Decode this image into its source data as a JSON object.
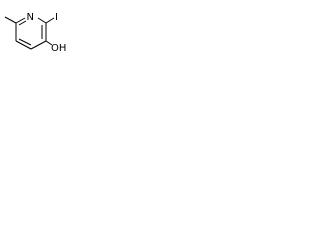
{
  "molecule": {
    "atoms": {
      "nitrogen": "N",
      "iodine": "I",
      "hydroxyl": "OH"
    },
    "colors": {
      "bond": "#000000",
      "label": "#000000",
      "background": "#ffffff"
    }
  }
}
